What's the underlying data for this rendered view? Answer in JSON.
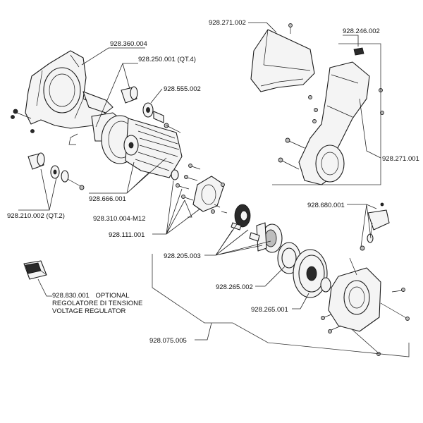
{
  "diagram": {
    "labels": {
      "cover_top": "928.271.002",
      "cap_small": "928.246.002",
      "housing": "928.360.004",
      "spacer_qt4": "928.250.001 (QT.4)",
      "bushing": "928.555.002",
      "rotor": "928.666.001",
      "spacer_qt2": "928.210.002 (QT.2)",
      "pulley_m12": "928.310.004-M12",
      "screws": "928.111.001",
      "fan_cover": "928.271.001",
      "plug_cap": "928.680.001",
      "starter_parts": "928.205.003",
      "ring": "928.265.002",
      "starter_pulley": "928.265.001",
      "regulator_code": "928.830.001",
      "regulator_optional": "OPTIONAL",
      "regulator_it": "REGOLATORE DI TENSIONE",
      "regulator_en": "VOLTAGE REGULATOR",
      "starter_assembly": "928.075.005"
    }
  }
}
